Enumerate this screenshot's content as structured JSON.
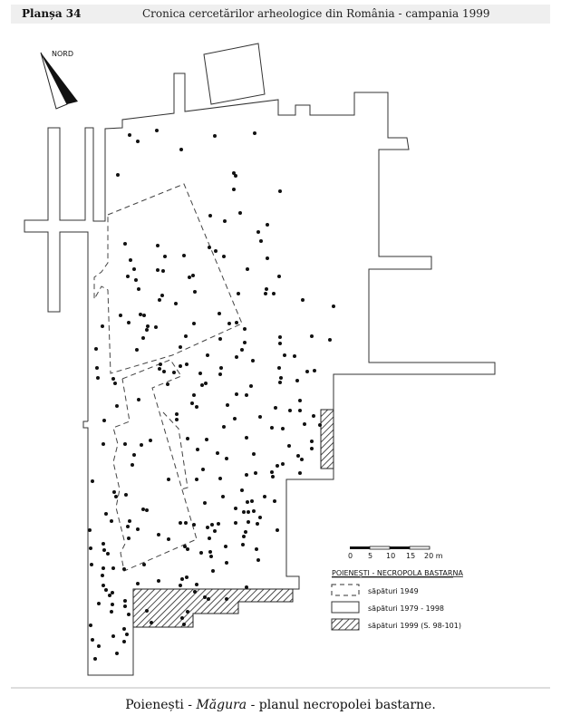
{
  "header": {
    "plate": "Planșa  34",
    "title": "Cronica cercetărilor arheologice din România - campania 1999"
  },
  "map": {
    "north_label": "NORD",
    "scale": {
      "ticks": [
        "0",
        "5",
        "10",
        "15",
        "20 m"
      ]
    },
    "legend": {
      "title": "POIENEȘTI - NECROPOLA BASTARNA",
      "items": [
        {
          "label": "săpături 1949",
          "style": "dashed"
        },
        {
          "label": "săpături 1979 - 1998",
          "style": "solid"
        },
        {
          "label": "săpături 1999 (S. 98-101)",
          "style": "hatched"
        }
      ]
    }
  },
  "caption": {
    "part1": "Poienești - ",
    "part2": "Măgura",
    "part3": " - planul necropolei bastarne."
  }
}
